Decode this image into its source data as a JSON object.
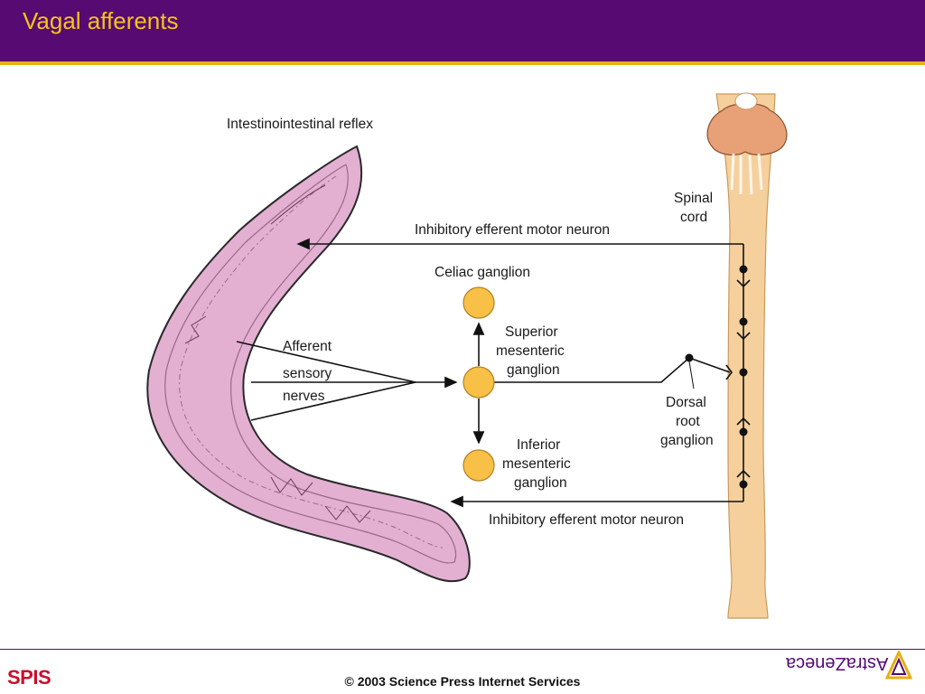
{
  "header": {
    "title": "Vagal afferents"
  },
  "diagram": {
    "title": "Intestinointestinal reflex",
    "labels": {
      "spinal_cord_1": "Spinal",
      "spinal_cord_2": "cord",
      "inhibitory_top": "Inhibitory efferent motor neuron",
      "celiac": "Celiac ganglion",
      "superior_1": "Superior",
      "superior_2": "mesenteric",
      "superior_3": "ganglion",
      "afferent_1": "Afferent",
      "afferent_2": "sensory",
      "afferent_3": "nerves",
      "dorsal_1": "Dorsal",
      "dorsal_2": "root",
      "dorsal_3": "ganglion",
      "inferior_1": "Inferior",
      "inferior_2": "mesenteric",
      "inferior_3": "ganglion",
      "inhibitory_bottom": "Inhibitory efferent motor neuron"
    },
    "colors": {
      "intestine": "#e3b0d2",
      "ganglion": "#f8c046",
      "spinal_cord": "#f6d09c",
      "brainstem": "#e8a177"
    }
  },
  "footer": {
    "brand": "SPIS",
    "copyright": "© 2003 Science Press Internet Services",
    "sponsor": "AstraZeneca",
    "header_color": "#560a72",
    "accent_color": "#e8b010"
  }
}
